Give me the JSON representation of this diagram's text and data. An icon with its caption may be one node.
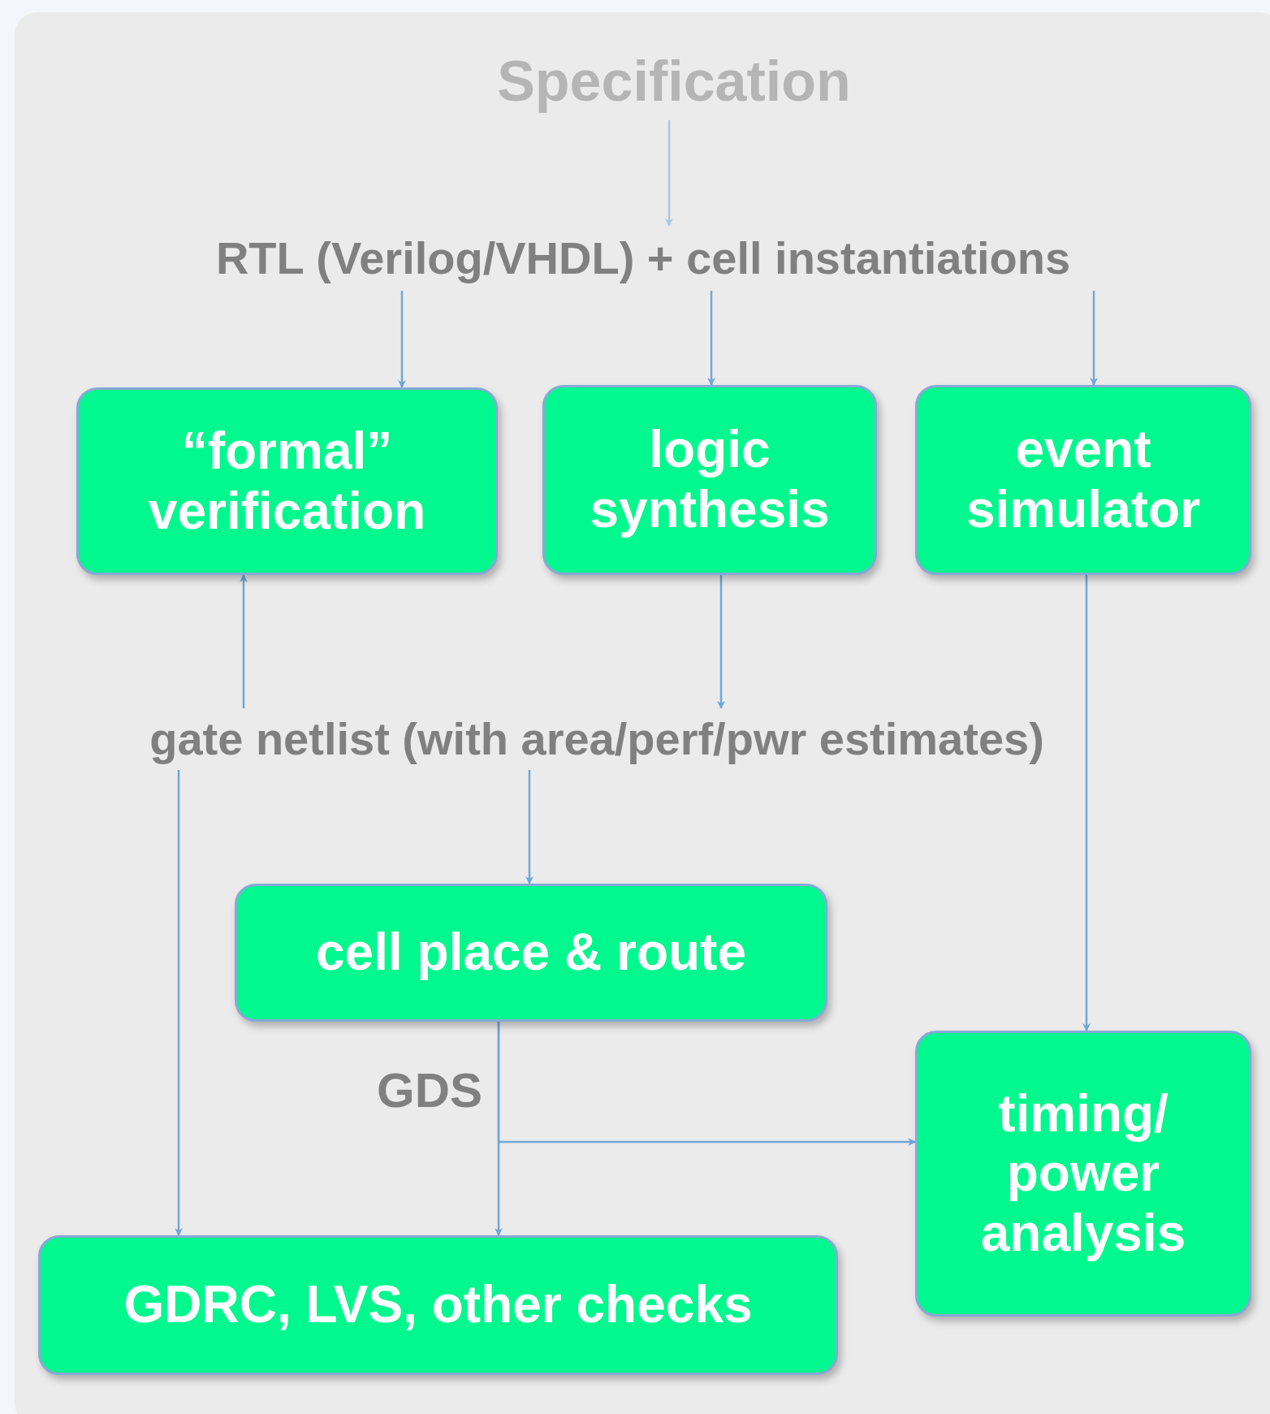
{
  "diagram": {
    "nodes": [
      {
        "text": [
          "Specification"
        ]
      },
      {
        "text": [
          "RTL (Verilog/VHDL) + cell instantiations"
        ]
      },
      {
        "text": [
          "“formal” verification"
        ]
      },
      {
        "text": [
          "logic synthesis"
        ]
      },
      {
        "text": [
          "event simulator"
        ]
      },
      {
        "text": [
          "gate netlist (with area/perf/pwr estimates)"
        ]
      },
      {
        "text": [
          "cell place & route"
        ]
      },
      {
        "text": [
          "timing/ power analysis"
        ]
      },
      {
        "text": [
          "GDRC, LVS, other checks"
        ]
      }
    ],
    "edges": [
      {
        "from": 0,
        "to": 1,
        "arrow": "to",
        "color": "#a9c9e2"
      },
      {
        "from": 1,
        "to": 2,
        "arrow": "to"
      },
      {
        "from": 1,
        "to": 3,
        "arrow": "to"
      },
      {
        "from": 1,
        "to": 4,
        "arrow": "to"
      },
      {
        "from": 3,
        "to": 5,
        "arrow": "to"
      },
      {
        "from": 5,
        "to": 2,
        "arrow": "to"
      },
      {
        "from": 4,
        "to": 7,
        "arrow": "to"
      },
      {
        "from": 5,
        "to": 6,
        "arrow": "to"
      },
      {
        "from": 5,
        "to": 8,
        "arrow": "to"
      },
      {
        "from": 6,
        "to": 8,
        "arrow": "to",
        "label": "GDS"
      },
      {
        "from": 6,
        "to": 7,
        "arrow": "to"
      }
    ]
  }
}
